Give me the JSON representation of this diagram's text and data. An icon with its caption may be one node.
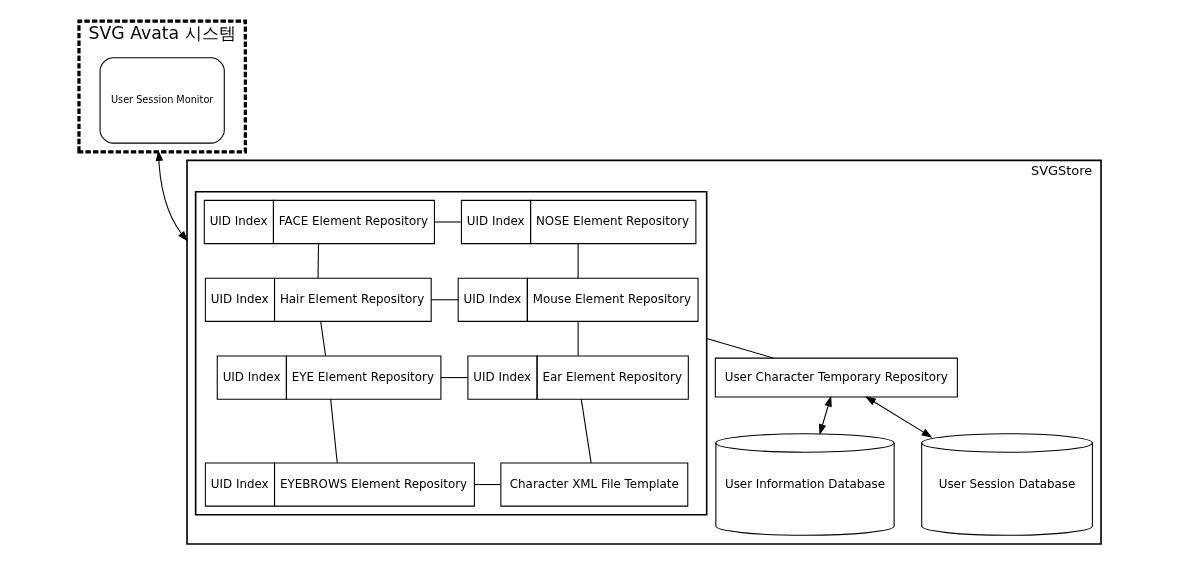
{
  "diagram": {
    "nodes": [
      {
        "text": [
          "SVG Avata 시스템"
        ]
      },
      {
        "text": [
          "User Session Monitor"
        ],
        "in": 0
      },
      {
        "text": [
          "SVGStore"
        ]
      },
      {
        "text": [],
        "shape": "box",
        "in": 2
      },
      {
        "text": [
          "UID Index",
          "FACE Element Repository"
        ],
        "in": 3
      },
      {
        "text": [
          "UID Index",
          "NOSE Element Repository"
        ],
        "in": 3
      },
      {
        "text": [
          "UID Index",
          "Hair Element Repository"
        ],
        "in": 3
      },
      {
        "text": [
          "UID Index",
          "Mouse Element Repository"
        ],
        "in": 3
      },
      {
        "text": [
          "UID Index",
          "EYE Element Repository"
        ],
        "in": 3
      },
      {
        "text": [
          "UID Index",
          "Ear Element Repository"
        ],
        "in": 3
      },
      {
        "text": [
          "UID Index",
          "EYEBROWS Element Repository"
        ],
        "in": 3
      },
      {
        "text": [
          "Character XML File Template"
        ],
        "in": 3
      },
      {
        "text": [
          "User Character Temporary Repository"
        ],
        "in": 2
      },
      {
        "text": [
          "User Information Database"
        ],
        "in": 2
      },
      {
        "text": [
          "User Session Database"
        ],
        "in": 2
      }
    ],
    "edges": [
      {
        "from": 0,
        "to": 2,
        "arrow": "both"
      },
      {
        "from": 4,
        "to": 5,
        "arrow": "none"
      },
      {
        "from": 4,
        "to": 6,
        "arrow": "none"
      },
      {
        "from": 5,
        "to": 7,
        "arrow": "none"
      },
      {
        "from": 6,
        "to": 7,
        "arrow": "none"
      },
      {
        "from": 6,
        "to": 8,
        "arrow": "none"
      },
      {
        "from": 7,
        "to": 9,
        "arrow": "none"
      },
      {
        "from": 8,
        "to": 9,
        "arrow": "none"
      },
      {
        "from": 8,
        "to": 10,
        "arrow": "none"
      },
      {
        "from": 9,
        "to": 11,
        "arrow": "none"
      },
      {
        "from": 10,
        "to": 11,
        "arrow": "none"
      },
      {
        "from": 3,
        "to": 12,
        "arrow": "none"
      },
      {
        "from": 12,
        "to": 13,
        "arrow": "both"
      },
      {
        "from": 12,
        "to": 14,
        "arrow": "both"
      }
    ]
  }
}
